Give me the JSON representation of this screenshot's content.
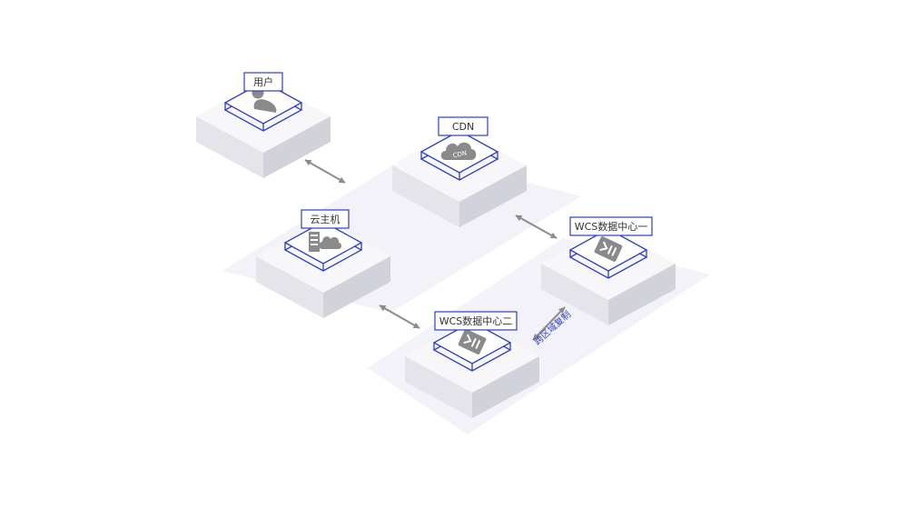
{
  "colors": {
    "background": "#ffffff",
    "platform": "#f2f2f8",
    "block_top": "#f7f7fa",
    "block_left": "#e4e4ea",
    "block_right": "#d2d2da",
    "accent": "#2b3fc0",
    "icon": "#8a8a8a",
    "arrow": "#8c8c8c",
    "label_text": "#333333"
  },
  "nodes": {
    "user": {
      "label": "用户",
      "icon": "user-icon"
    },
    "cdn": {
      "label": "CDN",
      "icon": "cloud-icon"
    },
    "host": {
      "label": "云主机",
      "icon": "server-cloud-icon"
    },
    "dc1": {
      "label": "WCS数据中心一",
      "icon": "storage-icon"
    },
    "dc2": {
      "label": "WCS数据中心二",
      "icon": "storage-icon"
    }
  },
  "cdn_icon_text": "CDN",
  "replication_label": "跨区域复制"
}
